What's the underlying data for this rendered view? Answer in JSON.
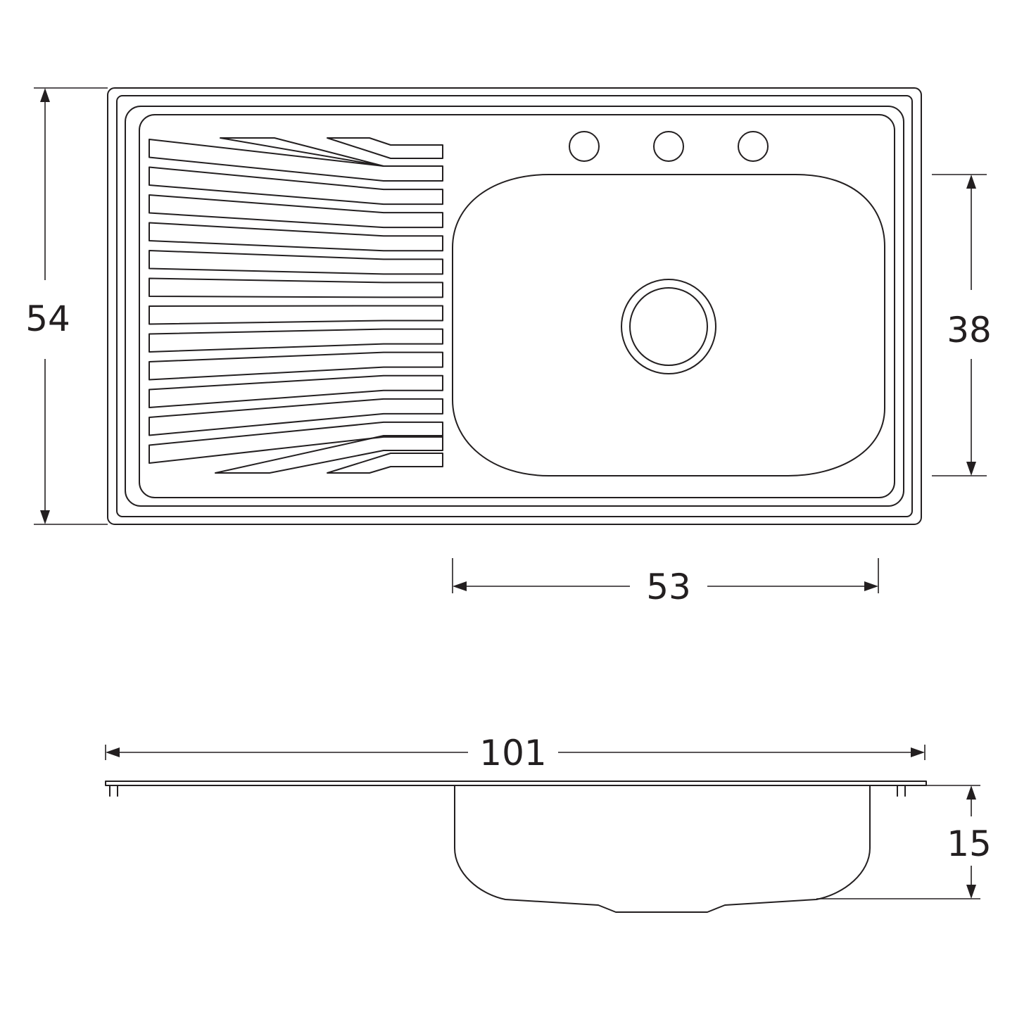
{
  "dimensions": {
    "overall_depth": "54",
    "bowl_depth": "38",
    "bowl_width": "53",
    "overall_width": "101",
    "bowl_height": "15"
  },
  "colors": {
    "line": "#231f20",
    "background": "#ffffff"
  }
}
